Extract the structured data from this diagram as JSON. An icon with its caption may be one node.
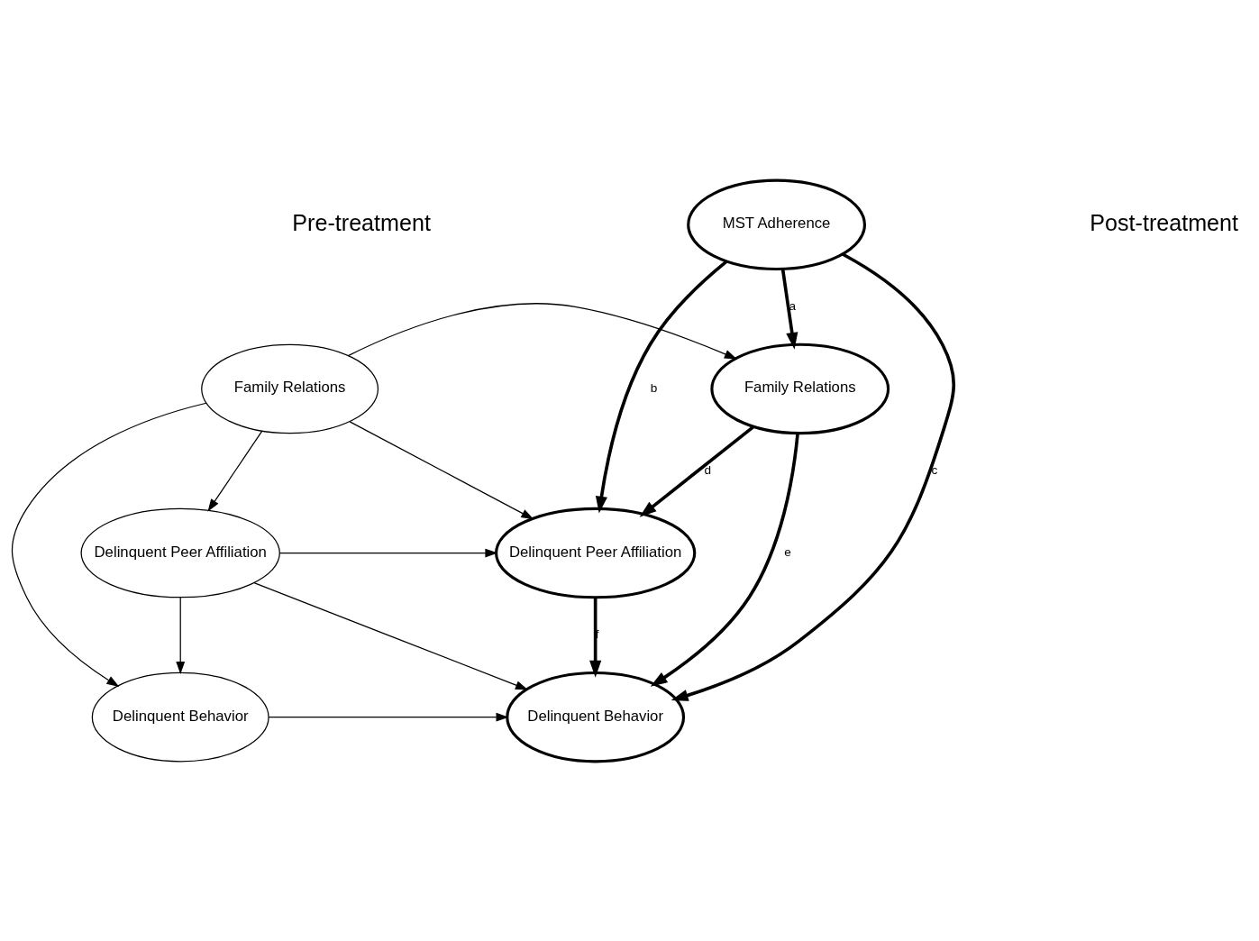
{
  "diagram": {
    "nodes": [
      {
        "text": [
          "MST Adherence"
        ]
      },
      {
        "text": [
          "Family Relations"
        ]
      },
      {
        "text": [
          "Delinquent Peer Affiliation"
        ]
      },
      {
        "text": [
          "Delinquent Behavior"
        ]
      },
      {
        "text": [
          "Family Relations"
        ]
      },
      {
        "text": [
          "Delinquent Peer Affiliation"
        ]
      },
      {
        "text": [
          "Delinquent Behavior"
        ]
      }
    ],
    "edges": [
      {
        "from": 0,
        "to": 4,
        "arrow": "to",
        "label": "a",
        "style": "thick"
      },
      {
        "from": 0,
        "to": 5,
        "arrow": "to",
        "label": "b",
        "style": "thick"
      },
      {
        "from": 0,
        "to": 6,
        "arrow": "to",
        "label": "c",
        "style": "thick"
      },
      {
        "from": 1,
        "to": 4,
        "arrow": "to"
      },
      {
        "from": 1,
        "to": 5,
        "arrow": "to"
      },
      {
        "from": 1,
        "to": 2,
        "arrow": "to"
      },
      {
        "from": 1,
        "to": 3,
        "arrow": "to"
      },
      {
        "from": 2,
        "to": 5,
        "arrow": "to"
      },
      {
        "from": 2,
        "to": 6,
        "arrow": "to"
      },
      {
        "from": 2,
        "to": 3,
        "arrow": "to"
      },
      {
        "from": 3,
        "to": 6,
        "arrow": "to"
      },
      {
        "from": 4,
        "to": 5,
        "arrow": "to",
        "label": "d",
        "style": "thick"
      },
      {
        "from": 5,
        "to": 6,
        "arrow": "to",
        "label": "f",
        "style": "thick"
      },
      {
        "from": 4,
        "to": 6,
        "arrow": "to",
        "label": "e",
        "style": "thick"
      }
    ],
    "labels": [
      "Pre-treatment",
      "Post-treatment"
    ]
  }
}
